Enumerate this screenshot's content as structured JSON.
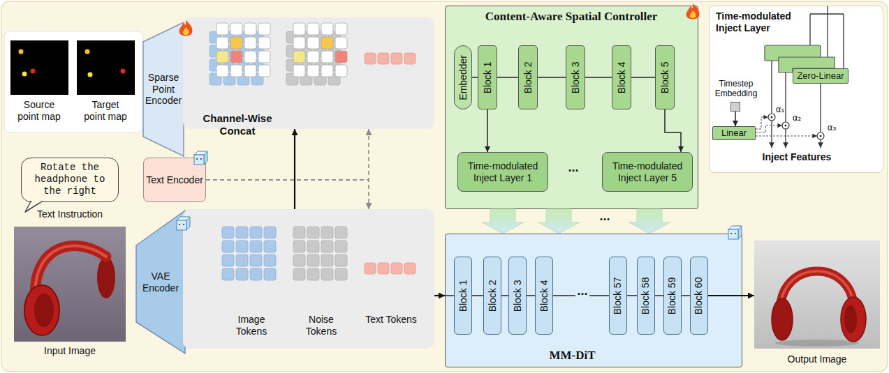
{
  "diagram": {
    "nodes": [
      {
        "text": [
          "Source point map"
        ]
      },
      {
        "text": [
          "Target point map"
        ]
      },
      {
        "text": [
          "Sparse Point Encoder"
        ]
      },
      {
        "text": [
          "Channel-Wise Concat"
        ]
      },
      {
        "text": [
          "Rotate the headphone to the right",
          "Text Instruction"
        ]
      },
      {
        "text": [
          "Text Encoder"
        ]
      },
      {
        "text": [
          "Input Image"
        ]
      },
      {
        "text": [
          "VAE Encoder"
        ]
      },
      {
        "text": [
          "Image Tokens",
          "Noise Tokens",
          "Text Tokens"
        ]
      },
      {
        "text": [
          "Content-Aware Spatial Controller"
        ]
      },
      {
        "text": [
          "Embedder"
        ],
        "in": 9
      },
      {
        "text": [
          "Block 1"
        ],
        "in": 9
      },
      {
        "text": [
          "Block 2"
        ],
        "in": 9
      },
      {
        "text": [
          "Block 3"
        ],
        "in": 9
      },
      {
        "text": [
          "Block 4"
        ],
        "in": 9
      },
      {
        "text": [
          "Block 5"
        ],
        "in": 9
      },
      {
        "text": [
          "Time-modulated Inject Layer 1"
        ],
        "in": 9
      },
      {
        "text": [
          "Time-modulated Inject Layer 5"
        ],
        "in": 9
      },
      {
        "text": [
          "Time-modulated Inject Layer",
          "Inject Features"
        ]
      },
      {
        "text": [
          "Timestep Embedding"
        ],
        "in": 18
      },
      {
        "text": [
          "Linear"
        ],
        "in": 18
      },
      {
        "text": [
          "Zero-Linear"
        ],
        "in": 18
      },
      {
        "text": [
          "MM-DiT"
        ]
      },
      {
        "text": [
          "Block 1"
        ],
        "in": 22
      },
      {
        "text": [
          "Block 2"
        ],
        "in": 22
      },
      {
        "text": [
          "Block 3"
        ],
        "in": 22
      },
      {
        "text": [
          "Block 4"
        ],
        "in": 22
      },
      {
        "text": [
          "Block 57"
        ],
        "in": 22
      },
      {
        "text": [
          "Block 58"
        ],
        "in": 22
      },
      {
        "text": [
          "Block 59"
        ],
        "in": 22
      },
      {
        "text": [
          "Block 60"
        ],
        "in": 22
      },
      {
        "text": [
          "Output Image"
        ]
      }
    ],
    "edges": [
      {
        "from": 8,
        "to": 3,
        "arrow": "to"
      },
      {
        "from": 5,
        "to": 3,
        "arrow": "to"
      },
      {
        "from": 5,
        "to": 8,
        "arrow": "to"
      },
      {
        "from": 8,
        "to": 22,
        "arrow": "to"
      },
      {
        "from": 10,
        "to": 11,
        "arrow": "none"
      },
      {
        "from": 11,
        "to": 12,
        "arrow": "none"
      },
      {
        "from": 12,
        "to": 13,
        "arrow": "none"
      },
      {
        "from": 13,
        "to": 14,
        "arrow": "none"
      },
      {
        "from": 14,
        "to": 15,
        "arrow": "none"
      },
      {
        "from": 11,
        "to": 16,
        "arrow": "to"
      },
      {
        "from": 15,
        "to": 17,
        "arrow": "to"
      },
      {
        "from": 9,
        "to": 22,
        "arrow": "to"
      },
      {
        "from": 9,
        "to": 22,
        "arrow": "to"
      },
      {
        "from": 9,
        "to": 22,
        "arrow": "to"
      },
      {
        "from": 19,
        "to": 20,
        "arrow": "to"
      },
      {
        "from": 23,
        "to": 24,
        "arrow": "none"
      },
      {
        "from": 24,
        "to": 25,
        "arrow": "none"
      },
      {
        "from": 25,
        "to": 26,
        "arrow": "none"
      },
      {
        "from": 26,
        "to": 27,
        "arrow": "none"
      },
      {
        "from": 27,
        "to": 28,
        "arrow": "none"
      },
      {
        "from": 28,
        "to": 29,
        "arrow": "none"
      },
      {
        "from": 29,
        "to": 30,
        "arrow": "none"
      },
      {
        "from": 30,
        "to": 31,
        "arrow": "to"
      }
    ],
    "labels": [
      "...",
      "...",
      "...",
      "α₁",
      "α₂",
      "α₃"
    ]
  }
}
